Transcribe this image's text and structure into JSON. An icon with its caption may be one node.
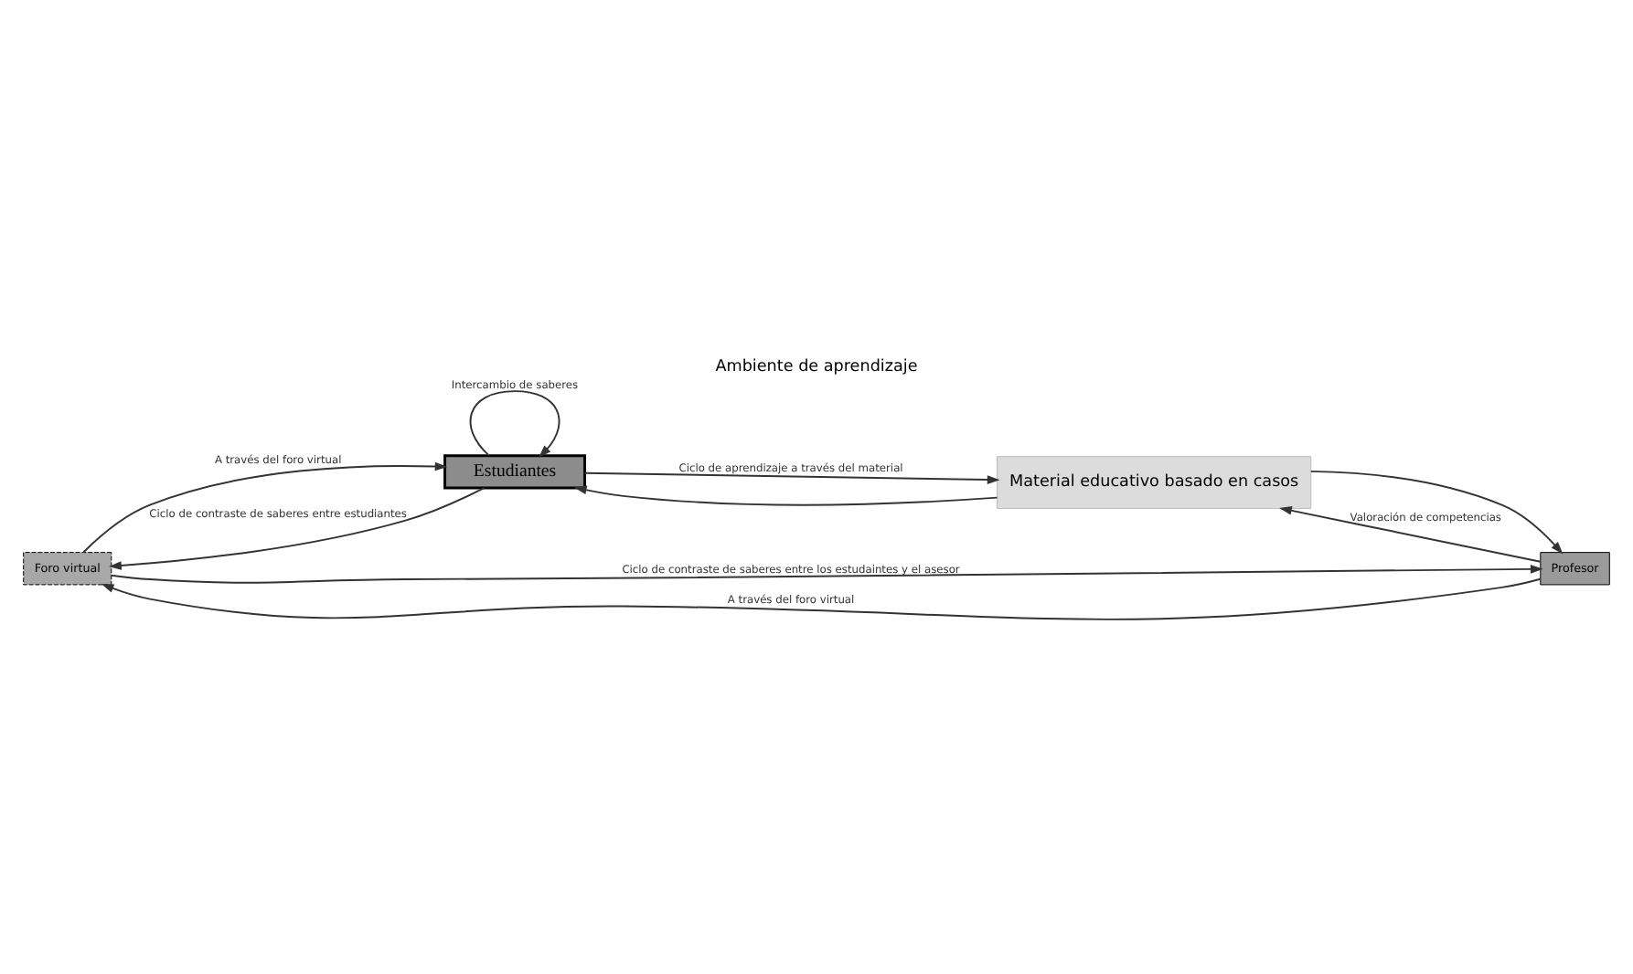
{
  "diagram": {
    "title": "Ambiente de aprendizaje",
    "nodes": [
      {
        "text": [
          "Foro virtual"
        ]
      },
      {
        "text": [
          "Estudiantes"
        ]
      },
      {
        "text": [
          "Profesor"
        ]
      },
      {
        "text": [
          "Material educativo basado en casos"
        ]
      }
    ],
    "edges": [
      {
        "from": 1,
        "to": 1,
        "arrow": "to",
        "label": "Intercambio de saberes"
      },
      {
        "from": 1,
        "to": 0,
        "arrow": "to",
        "label": "Ciclo de contraste de saberes entre estudiantes"
      },
      {
        "from": 0,
        "to": 1,
        "arrow": "to",
        "label": "A través del foro virtual"
      },
      {
        "from": 0,
        "to": 2,
        "arrow": "to",
        "label": "Ciclo de contraste de saberes entre los estudaintes y el asesor"
      },
      {
        "from": 2,
        "to": 0,
        "arrow": "to",
        "label": "A través del foro virtual"
      },
      {
        "from": 1,
        "to": 3,
        "arrow": "to",
        "label": "Ciclo de aprendizaje a través del material"
      },
      {
        "from": 3,
        "to": 1,
        "arrow": "to"
      },
      {
        "from": 3,
        "to": 2,
        "arrow": "to"
      },
      {
        "from": 2,
        "to": 3,
        "arrow": "to",
        "label": "Valoración de competencias"
      }
    ]
  }
}
